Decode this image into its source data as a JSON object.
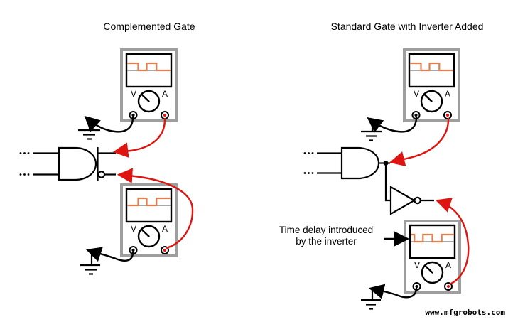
{
  "panels": {
    "left": {
      "title": "Complemented Gate"
    },
    "right": {
      "title": "Standard Gate with Inverter Added",
      "annotation_line1": "Time delay introduced",
      "annotation_line2": "by the inverter"
    }
  },
  "meter": {
    "volt_label": "V",
    "amp_label": "A"
  },
  "watermark": "www.mfgrobots.com",
  "colors": {
    "wave_orange": "#E08050",
    "wire_red": "#DE1410",
    "meter_border": "#9E9E9E",
    "screen_baseline": "#8C8C8C"
  },
  "waveforms": {
    "gate_output": {
      "description": "square wave, starts high",
      "steps": [
        [
          0,
          1
        ],
        [
          0.25,
          0
        ],
        [
          0.45,
          1
        ],
        [
          0.68,
          0
        ],
        [
          1,
          0
        ]
      ]
    },
    "complement_output": {
      "description": "inverted square wave",
      "steps": [
        [
          0,
          0
        ],
        [
          0.25,
          1
        ],
        [
          0.45,
          0
        ],
        [
          0.68,
          1
        ],
        [
          1,
          1
        ]
      ]
    },
    "delayed_complement_output": {
      "description": "inverted square wave shifted by inverter delay",
      "steps": [
        [
          0,
          1
        ],
        [
          0.08,
          0
        ],
        [
          0.28,
          1
        ],
        [
          0.5,
          0
        ],
        [
          0.72,
          1
        ],
        [
          1,
          1
        ]
      ]
    }
  }
}
